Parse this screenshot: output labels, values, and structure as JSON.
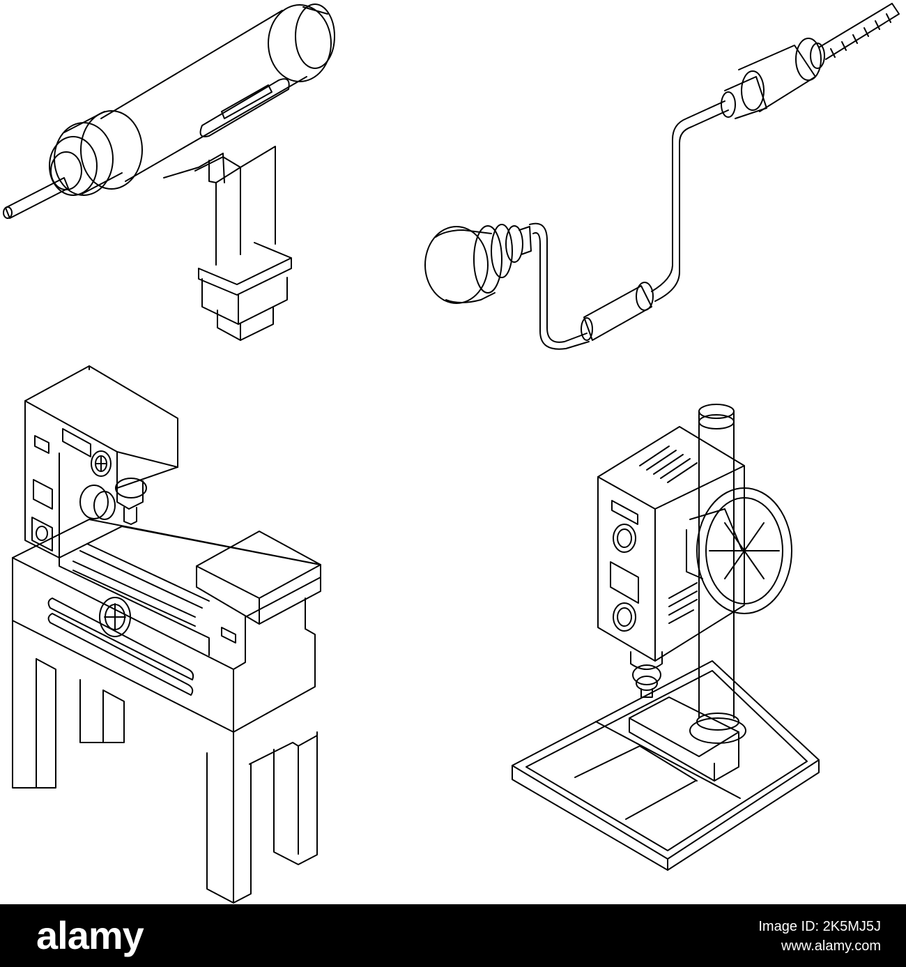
{
  "colors": {
    "background": "#ffffff",
    "line": "#000000",
    "footer_bg": "#000000",
    "footer_text": "#ffffff"
  },
  "footer": {
    "brand": "alamy",
    "image_id": "Image ID: 2K5MJ5J",
    "url": "www.alamy.com"
  },
  "icons": [
    "electric-drill-icon",
    "hand-brace-drill-icon",
    "bench-milling-machine-icon",
    "drill-press-icon"
  ]
}
